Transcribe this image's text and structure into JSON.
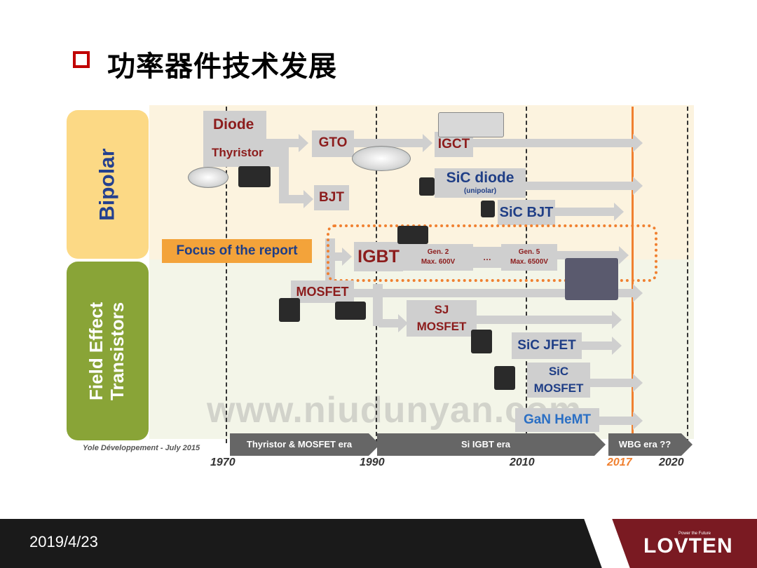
{
  "slide": {
    "title": "功率器件技术发展",
    "date": "2019/4/23",
    "logo_text": "LOVTEN",
    "logo_tagline": "Power the Future"
  },
  "diagram": {
    "categories": [
      "Bipolar",
      "Field Effect Transistors"
    ],
    "devices": {
      "diode": "Diode",
      "thyristor": "Thyristor",
      "gto": "GTO",
      "igct": "IGCT",
      "sic_diode": "SiC diode",
      "sic_diode_note": "(unipolar)",
      "bjt": "BJT",
      "sic_bjt": "SiC BJT",
      "igbt": "IGBT",
      "gen2": "Gen. 2",
      "gen2_rating": "Max. 600V",
      "ellipsis": "…",
      "gen5": "Gen. 5",
      "gen5_rating": "Max. 6500V",
      "mosfet": "MOSFET",
      "sj_mosfet_1": "SJ",
      "sj_mosfet_2": "MOSFET",
      "sic_jfet": "SiC JFET",
      "sic_mosfet_1": "SiC",
      "sic_mosfet_2": "MOSFET",
      "gan_hemt": "GaN HeMT"
    },
    "focus_label": "Focus of the report",
    "eras": [
      "Thyristor & MOSFET era",
      "Si IGBT era",
      "WBG era ??"
    ],
    "years": [
      "1970",
      "1990",
      "2010",
      "2017",
      "2020"
    ],
    "source": "Yole Développement - July 2015",
    "watermark": "www.niudunyan.com",
    "colors": {
      "accent": "#c00000",
      "highlight": "#f08030",
      "bipolar": "#fcd985",
      "fet": "#89a437"
    }
  }
}
